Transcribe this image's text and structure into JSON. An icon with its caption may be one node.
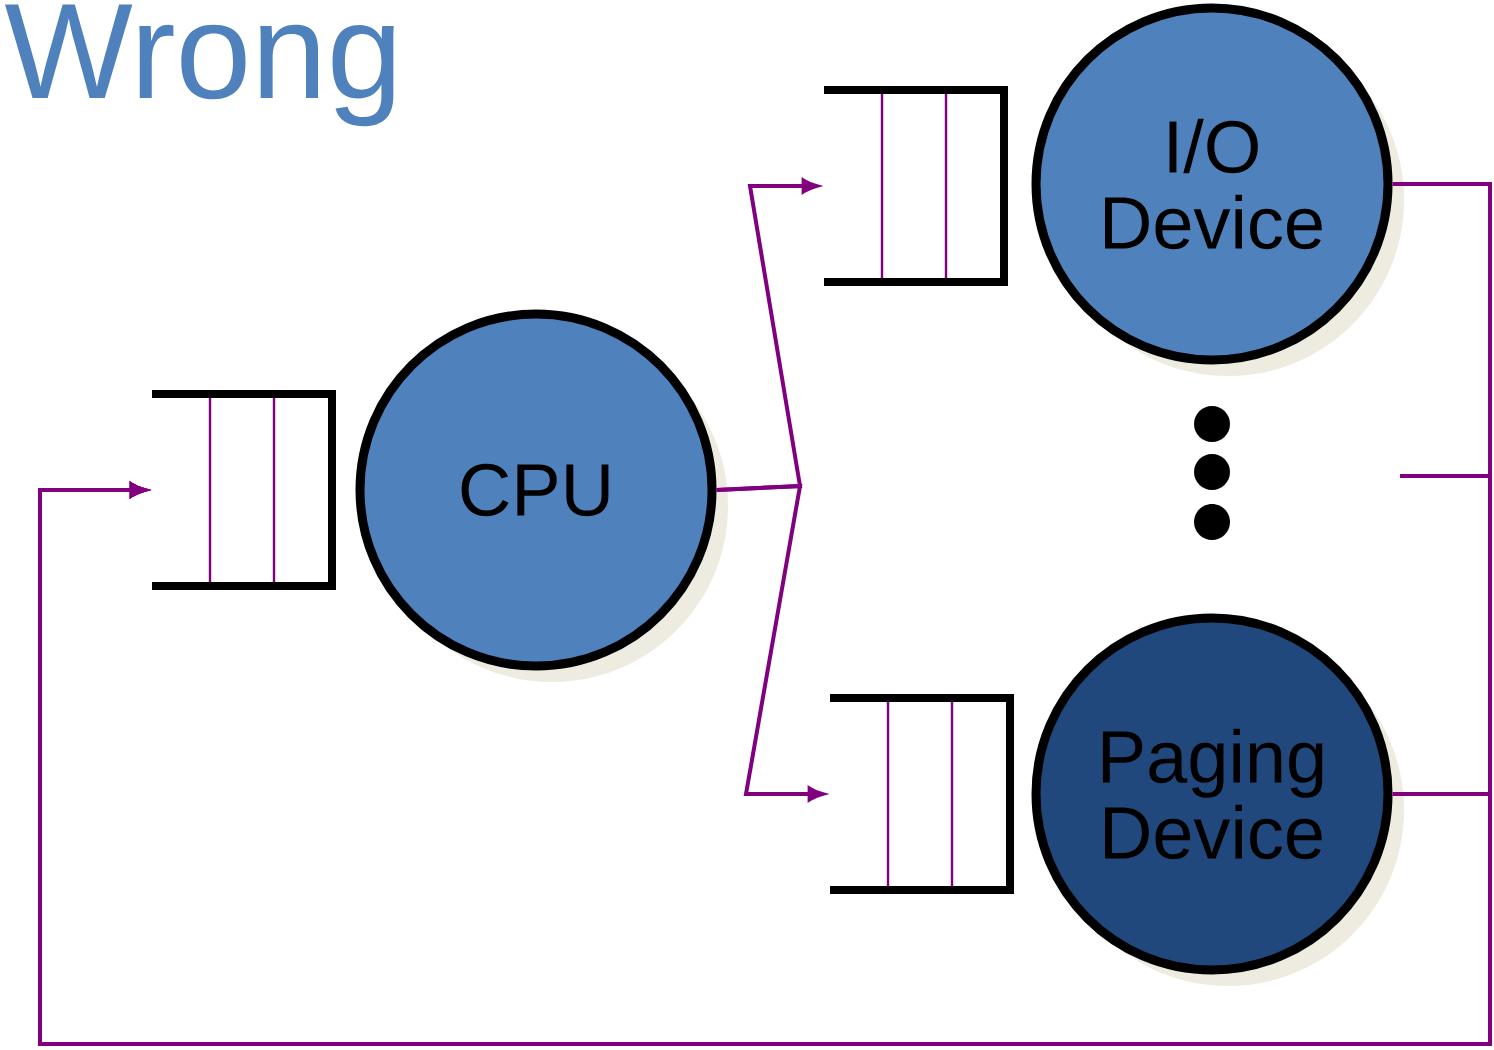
{
  "diagram": {
    "title": "Wrong",
    "nodes": [
      {
        "text": [],
        "shape": "queue"
      },
      {
        "text": [
          "CPU"
        ]
      },
      {
        "text": [],
        "shape": "queue"
      },
      {
        "text": [
          "I/O Device"
        ]
      },
      {
        "text": [],
        "shape": "queue"
      },
      {
        "text": [
          "Paging Device"
        ]
      }
    ],
    "edges": [
      {
        "from": 1,
        "to": 2,
        "arrow": "to"
      },
      {
        "from": 1,
        "to": 4,
        "arrow": "to"
      },
      {
        "from": 3,
        "to": 0,
        "arrow": "to"
      },
      {
        "from": null,
        "to": 0,
        "arrow": "to"
      },
      {
        "from": 5,
        "to": 0,
        "arrow": "to"
      }
    ]
  }
}
